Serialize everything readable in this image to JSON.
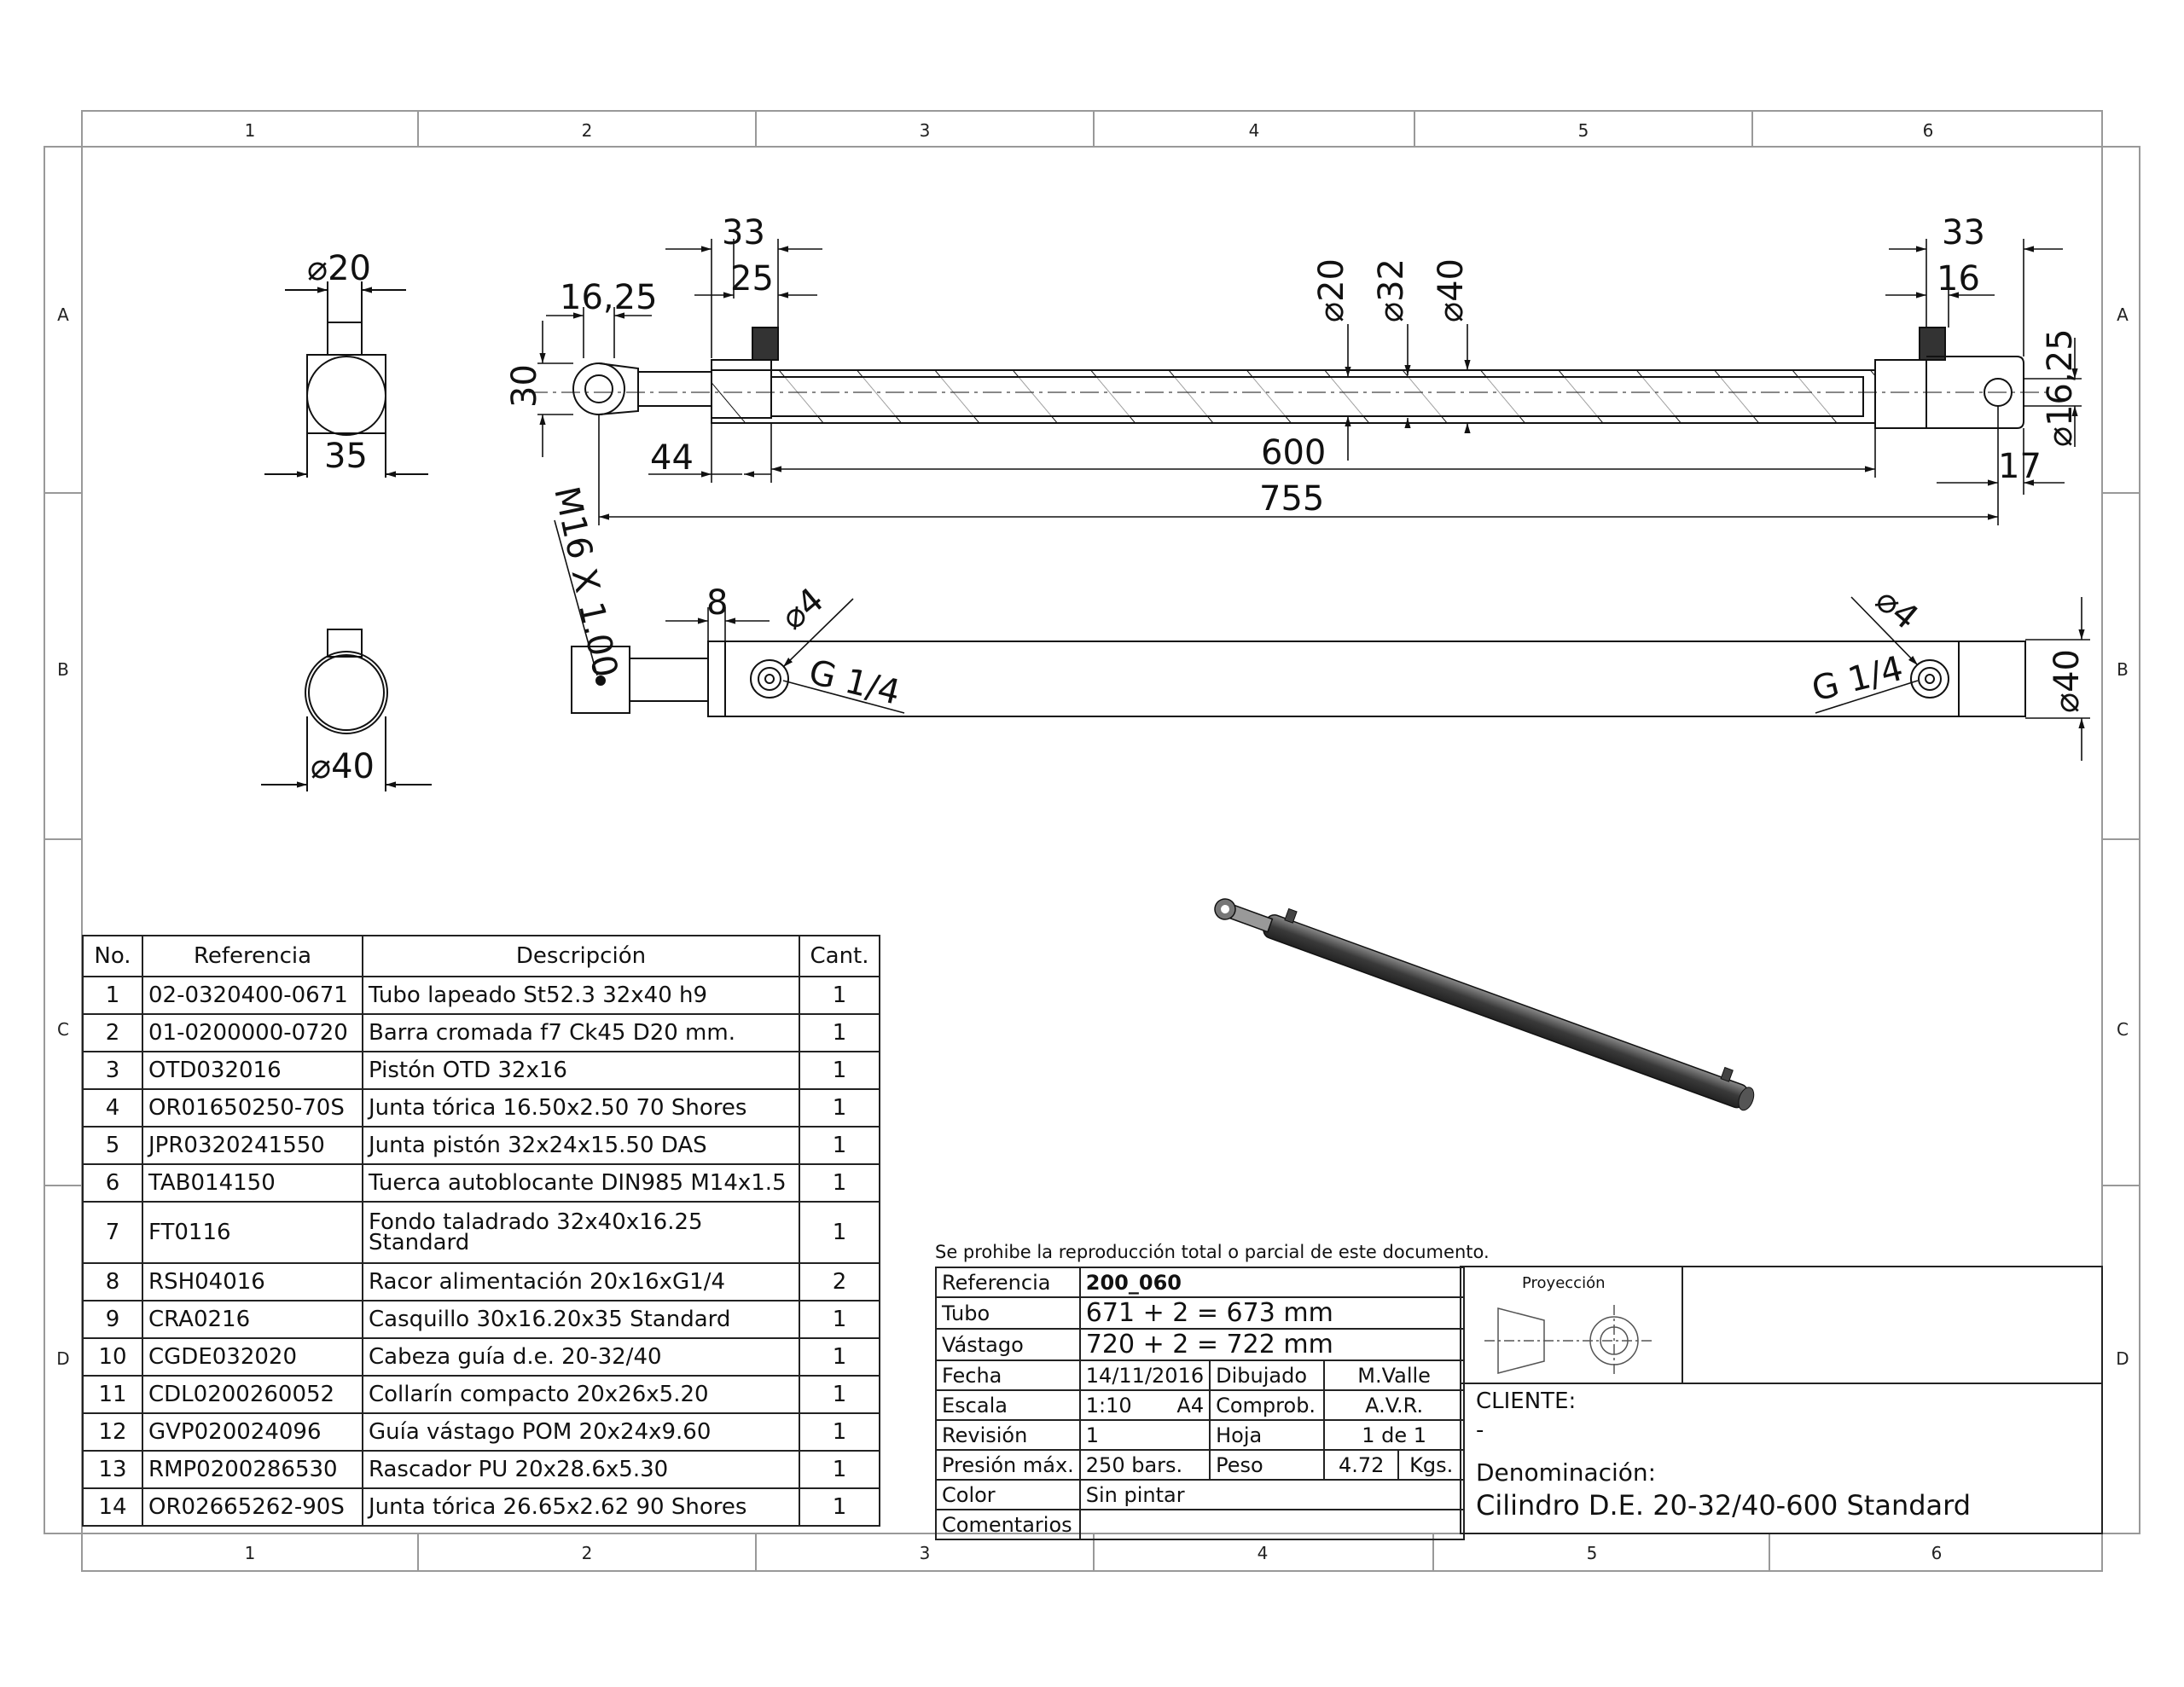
{
  "zones": {
    "columns": [
      "1",
      "2",
      "3",
      "4",
      "5",
      "6"
    ],
    "rows": [
      "A",
      "B",
      "C",
      "D"
    ]
  },
  "dimensions": {
    "end_rod_dia": "⌀20",
    "end_width": "35",
    "end_body_dia": "⌀40",
    "eye_offset": "16,25",
    "eye_height": "30",
    "head_33": "33",
    "head_25": "25",
    "rod_dia": "⌀20",
    "bore_dia": "⌀32",
    "tube_dia": "⌀40",
    "rear_33": "33",
    "rear_16": "16",
    "rear_pin": "⌀16,25",
    "dim_44": "44",
    "stroke": "600",
    "dim_17": "17",
    "total": "755",
    "thread": "M16 X 1.00",
    "dim_8": "8",
    "port_dia_left": "⌀4",
    "port_left": "G 1/4",
    "port_dia_right": "⌀4",
    "port_right": "G 1/4",
    "body_dia_side": "⌀40"
  },
  "bom": {
    "headers": [
      "No.",
      "Referencia",
      "Descripción",
      "Cant."
    ],
    "rows": [
      {
        "no": "1",
        "ref": "02-0320400-0671",
        "desc": "Tubo lapeado St52.3 32x40 h9",
        "qty": "1"
      },
      {
        "no": "2",
        "ref": "01-0200000-0720",
        "desc": "Barra cromada f7 Ck45 D20 mm.",
        "qty": "1"
      },
      {
        "no": "3",
        "ref": "OTD032016",
        "desc": "Pistón OTD 32x16",
        "qty": "1"
      },
      {
        "no": "4",
        "ref": "OR01650250-70S",
        "desc": "Junta tórica 16.50x2.50 70 Shores",
        "qty": "1"
      },
      {
        "no": "5",
        "ref": "JPR0320241550",
        "desc": "Junta pistón 32x24x15.50 DAS",
        "qty": "1"
      },
      {
        "no": "6",
        "ref": "TAB014150",
        "desc": "Tuerca autoblocante DIN985 M14x1.5",
        "qty": "1"
      },
      {
        "no": "7",
        "ref": "FT0116",
        "desc": "Fondo taladrado 32x40x16.25 Standard",
        "qty": "1"
      },
      {
        "no": "8",
        "ref": "RSH04016",
        "desc": "Racor alimentación 20x16xG1/4",
        "qty": "2"
      },
      {
        "no": "9",
        "ref": "CRA0216",
        "desc": "Casquillo 30x16.20x35 Standard",
        "qty": "1"
      },
      {
        "no": "10",
        "ref": "CGDE032020",
        "desc": "Cabeza guía d.e. 20-32/40",
        "qty": "1"
      },
      {
        "no": "11",
        "ref": "CDL0200260052",
        "desc": "Collarín compacto 20x26x5.20",
        "qty": "1"
      },
      {
        "no": "12",
        "ref": "GVP020024096",
        "desc": "Guía vástago POM 20x24x9.60",
        "qty": "1"
      },
      {
        "no": "13",
        "ref": "RMP0200286530",
        "desc": "Rascador PU 20x28.6x5.30",
        "qty": "1"
      },
      {
        "no": "14",
        "ref": "OR02665262-90S",
        "desc": "Junta tórica 26.65x2.62 90 Shores",
        "qty": "1"
      }
    ]
  },
  "title_block": {
    "notice": "Se prohibe la reproducción total o parcial de este documento.",
    "referencia_label": "Referencia",
    "referencia": "200_060",
    "tubo_label": "Tubo",
    "tubo": "671 + 2 = 673 mm",
    "vastago_label": "Vástago",
    "vastago": "720 + 2 = 722 mm",
    "fecha_label": "Fecha",
    "fecha": "14/11/2016",
    "dibujado_label": "Dibujado",
    "dibujado": "M.Valle",
    "escala_label": "Escala",
    "escala": "1:10",
    "formato": "A4",
    "comprob_label": "Comprob.",
    "comprob": "A.V.R.",
    "revision_label": "Revisión",
    "revision": "1",
    "hoja_label": "Hoja",
    "hoja": "1  de  1",
    "presion_label": "Presión máx.",
    "presion": "250 bars.",
    "peso_label": "Peso",
    "peso": "4.72",
    "peso_unit": "Kgs.",
    "color_label": "Color",
    "color": "Sin pintar",
    "comentarios_label": "Comentarios",
    "proyeccion": "Proyección",
    "cliente_label": "CLIENTE:",
    "cliente": "-",
    "denominacion_label": "Denominación:",
    "denominacion": "Cilindro D.E. 20-32/40-600 Standard"
  }
}
